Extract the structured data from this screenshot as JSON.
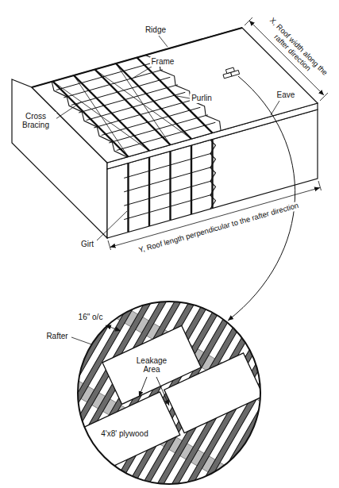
{
  "diagram": {
    "labels": [
      "X, Roof width along the rafter direction",
      "Ridge",
      "Cross Bracing",
      "Frame",
      "Purlin",
      "Eave",
      "Girt",
      "Y, Roof length perpendicular to the rafter direction",
      "Rafter",
      "16\" o/c",
      "Leakage Area",
      "4'x8' plywood"
    ]
  }
}
